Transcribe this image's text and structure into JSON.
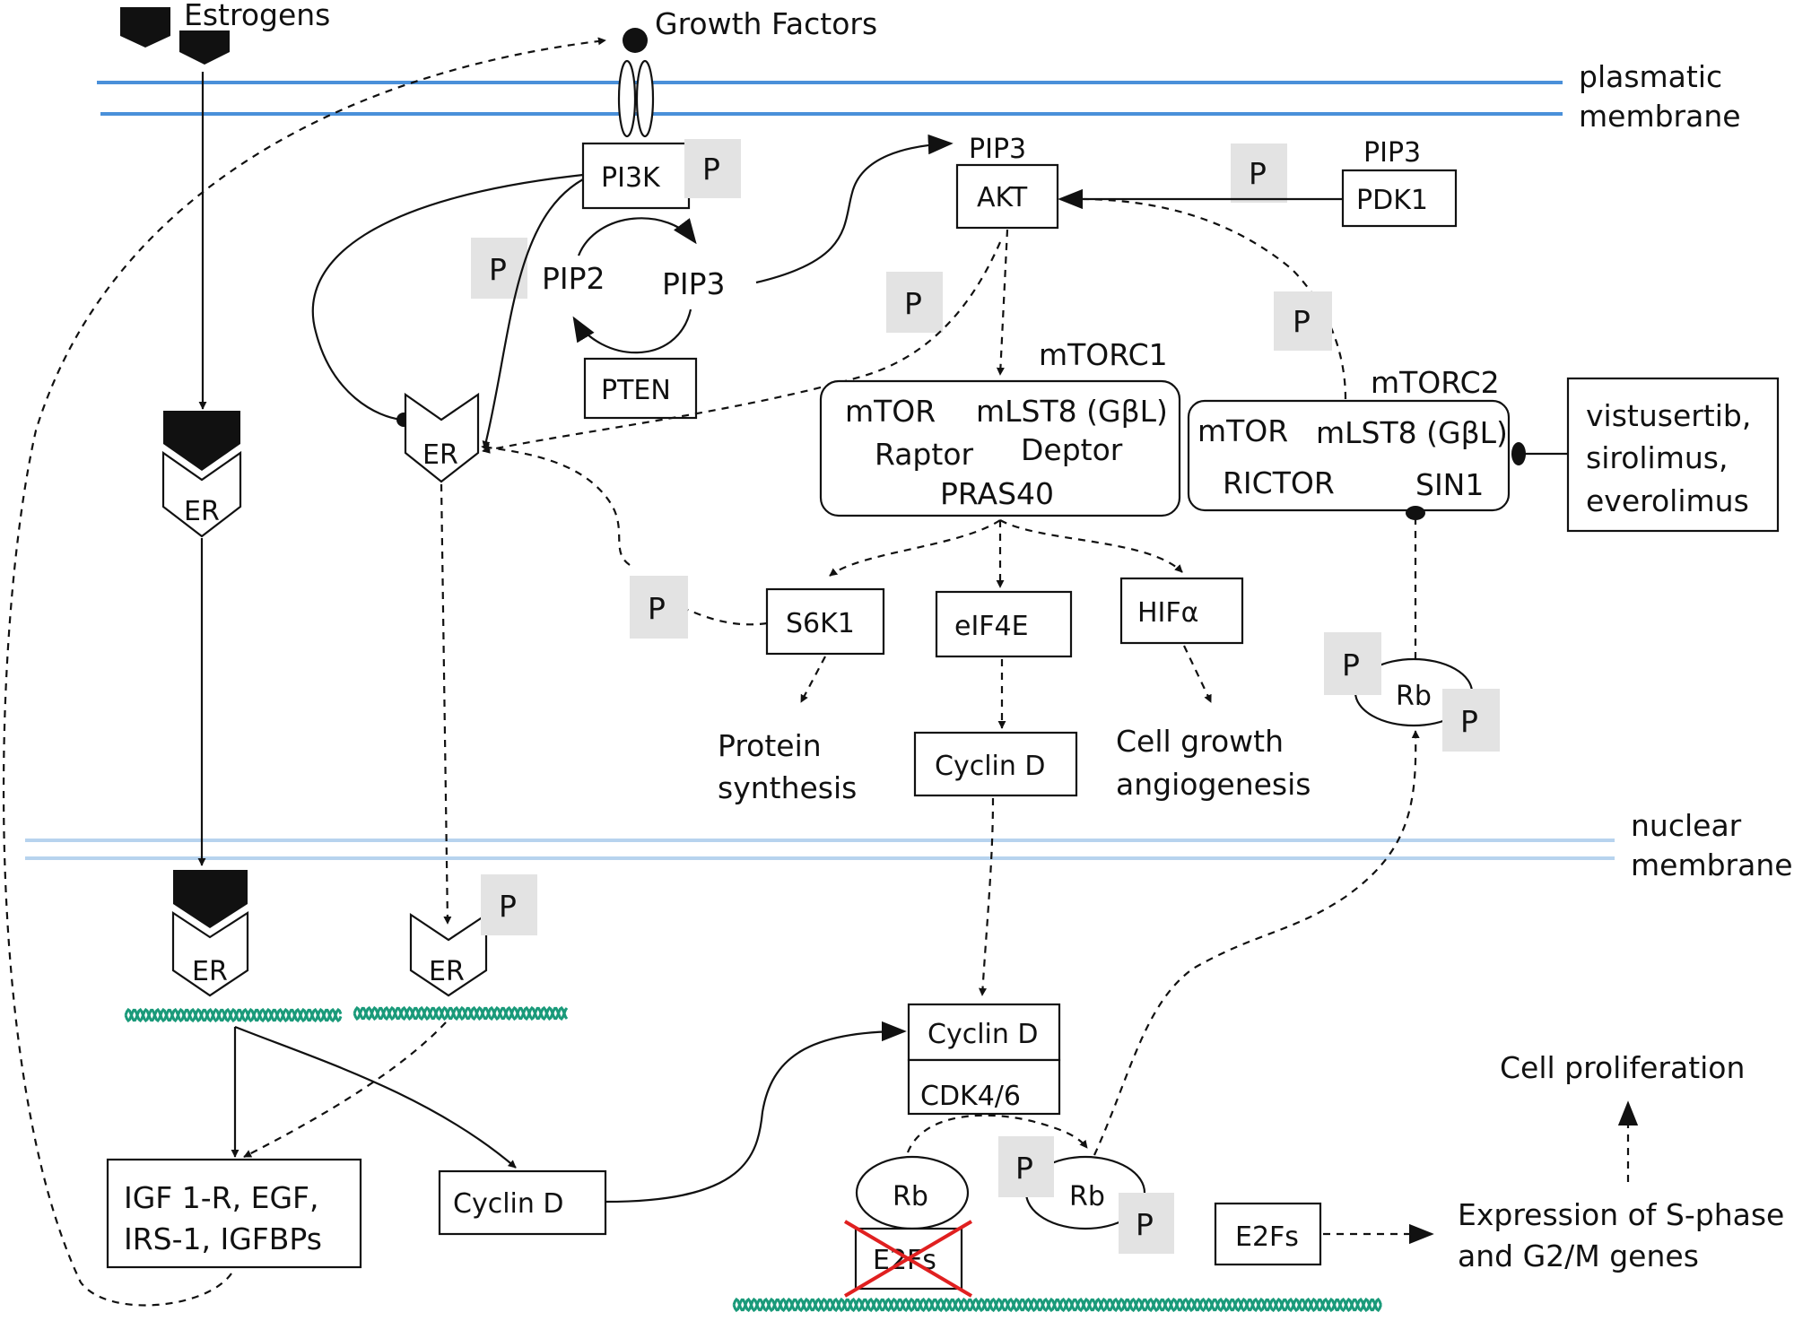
{
  "labels": {
    "estrogens": "Estrogens",
    "growth_factors": "Growth Factors",
    "plasmatic_membrane_1": "plasmatic",
    "plasmatic_membrane_2": "membrane",
    "nuclear_membrane_1": "nuclear",
    "nuclear_membrane_2": "membrane",
    "pi3k": "PI3K",
    "pip2": "PIP2",
    "pip3_cycle": "PIP3",
    "pten": "PTEN",
    "pip3_akt": "PIP3",
    "akt": "AKT",
    "pip3_pdk1": "PIP3",
    "pdk1": "PDK1",
    "p": "P",
    "er": "ER",
    "mtorc1": "mTORC1",
    "mtorc1_mtor": "mTOR",
    "mtorc1_mlst8": "mLST8 (GβL)",
    "mtorc1_raptor": "Raptor",
    "mtorc1_deptor": "Deptor",
    "mtorc1_pras40": "PRAS40",
    "mtorc2": "mTORC2",
    "mtorc2_mtor": "mTOR",
    "mtorc2_mlst8": "mLST8 (GβL)",
    "mtorc2_rictor": "RICTOR",
    "mtorc2_sin1": "SIN1",
    "inhibitors_1": "vistusertib,",
    "inhibitors_2": "sirolimus,",
    "inhibitors_3": "everolimus",
    "s6k1": "S6K1",
    "eif4e": "eIF4E",
    "hifa": "HIFα",
    "protein_synthesis_1": "Protein",
    "protein_synthesis_2": "synthesis",
    "cyclin_d": "Cyclin D",
    "cell_growth_1": "Cell growth",
    "cell_growth_2": "angiogenesis",
    "rb": "Rb",
    "igf_1": "IGF 1-R, EGF,",
    "igf_2": "IRS-1, IGFBPs",
    "cdk46": "CDK4/6",
    "e2fs": "E2Fs",
    "cell_proliferation": "Cell proliferation",
    "expression_1": "Expression of S-phase",
    "expression_2": "and G2/M genes"
  },
  "colors": {
    "plasma_membrane": "#4a90d9",
    "nuclear_membrane": "#b7d3ee",
    "dna": "#1a9a7a",
    "phospho_box": "#e3e3e3",
    "cross": "#e02020"
  }
}
